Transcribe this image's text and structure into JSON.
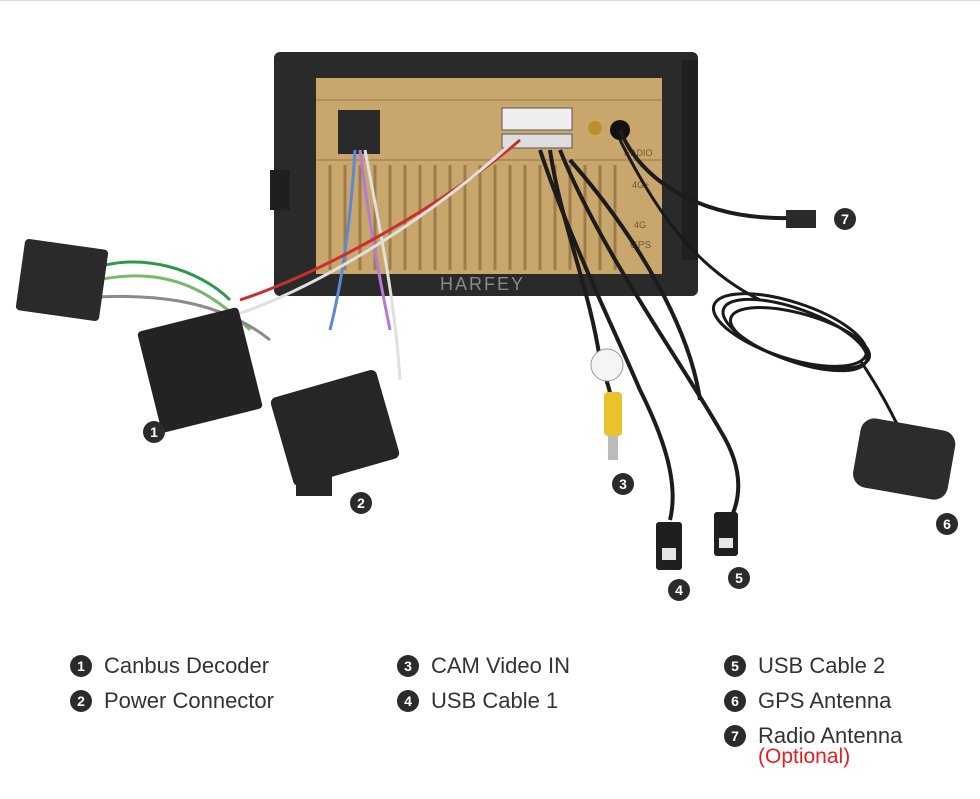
{
  "watermark": "HARFEY",
  "unit_labels": {
    "radio": "RADIO",
    "fourg_plus": "4G+",
    "fourg": "4G",
    "gps": "GPS"
  },
  "callouts": [
    "1",
    "2",
    "3",
    "4",
    "5",
    "6",
    "7"
  ],
  "legend": [
    {
      "num": "1",
      "label": "Canbus Decoder"
    },
    {
      "num": "2",
      "label": "Power Connector"
    },
    {
      "num": "3",
      "label": "CAM Video IN"
    },
    {
      "num": "4",
      "label": "USB Cable 1"
    },
    {
      "num": "5",
      "label": "USB Cable 2"
    },
    {
      "num": "6",
      "label": "GPS Antenna"
    },
    {
      "num": "7",
      "label": "Radio Antenna",
      "note": "(Optional)"
    }
  ],
  "colors": {
    "chassis": "#2a2a2a",
    "gold_panel": "#c9a66b",
    "callout": "#2b2b2b",
    "note": "#e02020"
  }
}
